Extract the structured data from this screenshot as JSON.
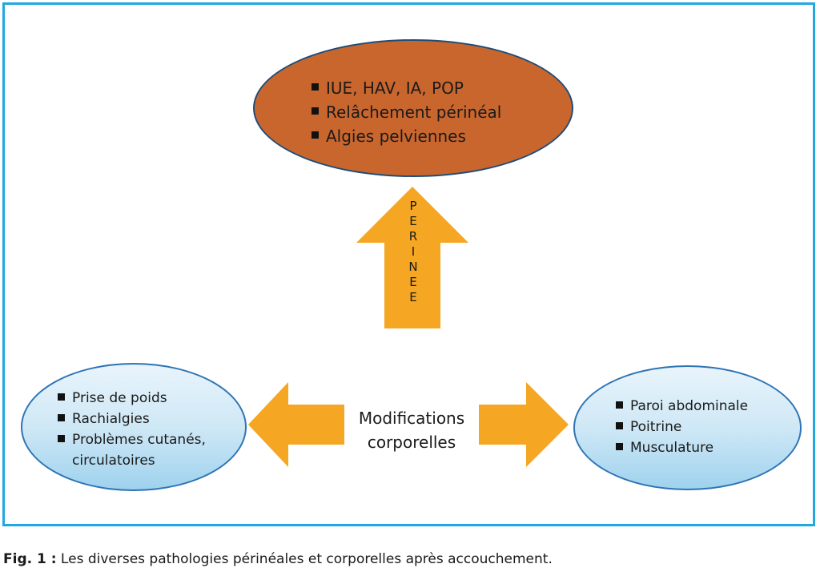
{
  "colors": {
    "frame": "#20a8e0",
    "top_ellipse": "#c9662e",
    "arrow": "#f5a623",
    "side_ellipse": "#cfe8f6"
  },
  "top_ellipse": {
    "items": [
      "IUE, HAV, IA, POP",
      "Relâchement périnéal",
      "Algies pelviennes"
    ]
  },
  "up_arrow_label": [
    "P",
    "E",
    "R",
    "I",
    "N",
    "E",
    "E"
  ],
  "center_label": {
    "line1": "Modifications",
    "line2": "corporelles"
  },
  "left_ellipse": {
    "items": [
      "Prise de poids",
      "Rachialgies",
      "Problèmes cutanés, circulatoires"
    ]
  },
  "right_ellipse": {
    "items": [
      "Paroi abdominale",
      "Poitrine",
      "Musculature"
    ]
  },
  "caption": {
    "label": "Fig. 1 :",
    "text": " Les diverses pathologies périnéales et corporelles après accouchement."
  }
}
